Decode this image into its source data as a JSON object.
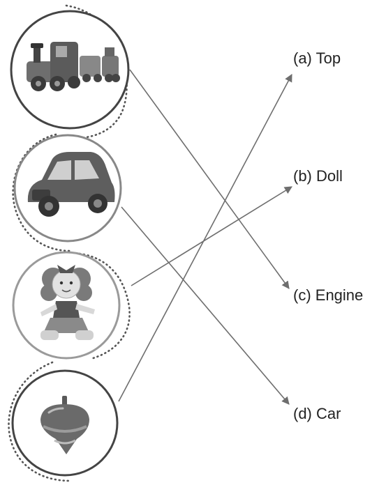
{
  "pictures": [
    {
      "id": "engine",
      "icon": "toy-train-engine-icon"
    },
    {
      "id": "car",
      "icon": "toy-car-icon"
    },
    {
      "id": "doll",
      "icon": "rag-doll-icon"
    },
    {
      "id": "top",
      "icon": "spinning-top-icon"
    }
  ],
  "options": [
    {
      "id": "top",
      "text": "(a) Top"
    },
    {
      "id": "doll",
      "text": "(b) Doll"
    },
    {
      "id": "engine",
      "text": "(c) Engine"
    },
    {
      "id": "car",
      "text": "(d) Car"
    }
  ],
  "matches": [
    {
      "from": "engine",
      "to": "engine"
    },
    {
      "from": "car",
      "to": "car"
    },
    {
      "from": "doll",
      "to": "doll"
    },
    {
      "from": "top",
      "to": "top"
    }
  ],
  "colors": {
    "line": "#6e6e6e",
    "circle": "#444444",
    "circle_light": "#9a9a9a",
    "text": "#222222"
  }
}
